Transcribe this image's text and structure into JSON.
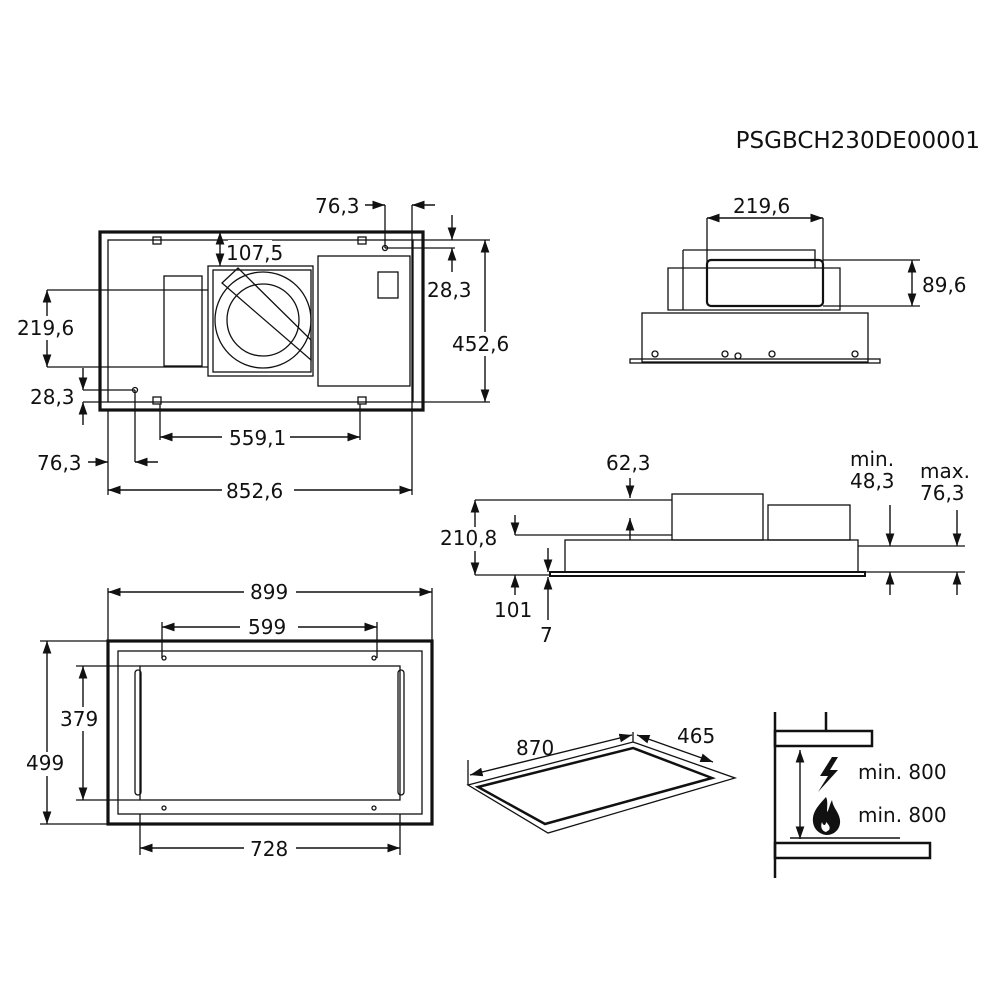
{
  "model_code": "PSGBCH230DE00001",
  "top_view": {
    "d_76_3_top": "76,3",
    "d_107_5": "107,5",
    "d_28_3_right": "28,3",
    "d_219_6": "219,6",
    "d_452_6": "452,6",
    "d_28_3_left": "28,3",
    "d_559_1": "559,1",
    "d_76_3_bottom": "76,3",
    "d_852_6": "852,6"
  },
  "side_view": {
    "d_219_6": "219,6",
    "d_89_6": "89,6"
  },
  "install_view": {
    "d_62_3": "62,3",
    "min_label": "min.",
    "d_48_3": "48,3",
    "max_label": "max.",
    "d_76_3": "76,3",
    "d_210_8": "210,8",
    "d_101": "101",
    "d_7": "7"
  },
  "panel_view": {
    "d_899": "899",
    "d_599": "599",
    "d_379": "379",
    "d_499": "499",
    "d_728": "728"
  },
  "cutout_view": {
    "d_870": "870",
    "d_465": "465"
  },
  "clearance": {
    "electric": "min. 800",
    "gas": "min. 800"
  },
  "icons": [
    "lightning-icon",
    "flame-icon"
  ]
}
